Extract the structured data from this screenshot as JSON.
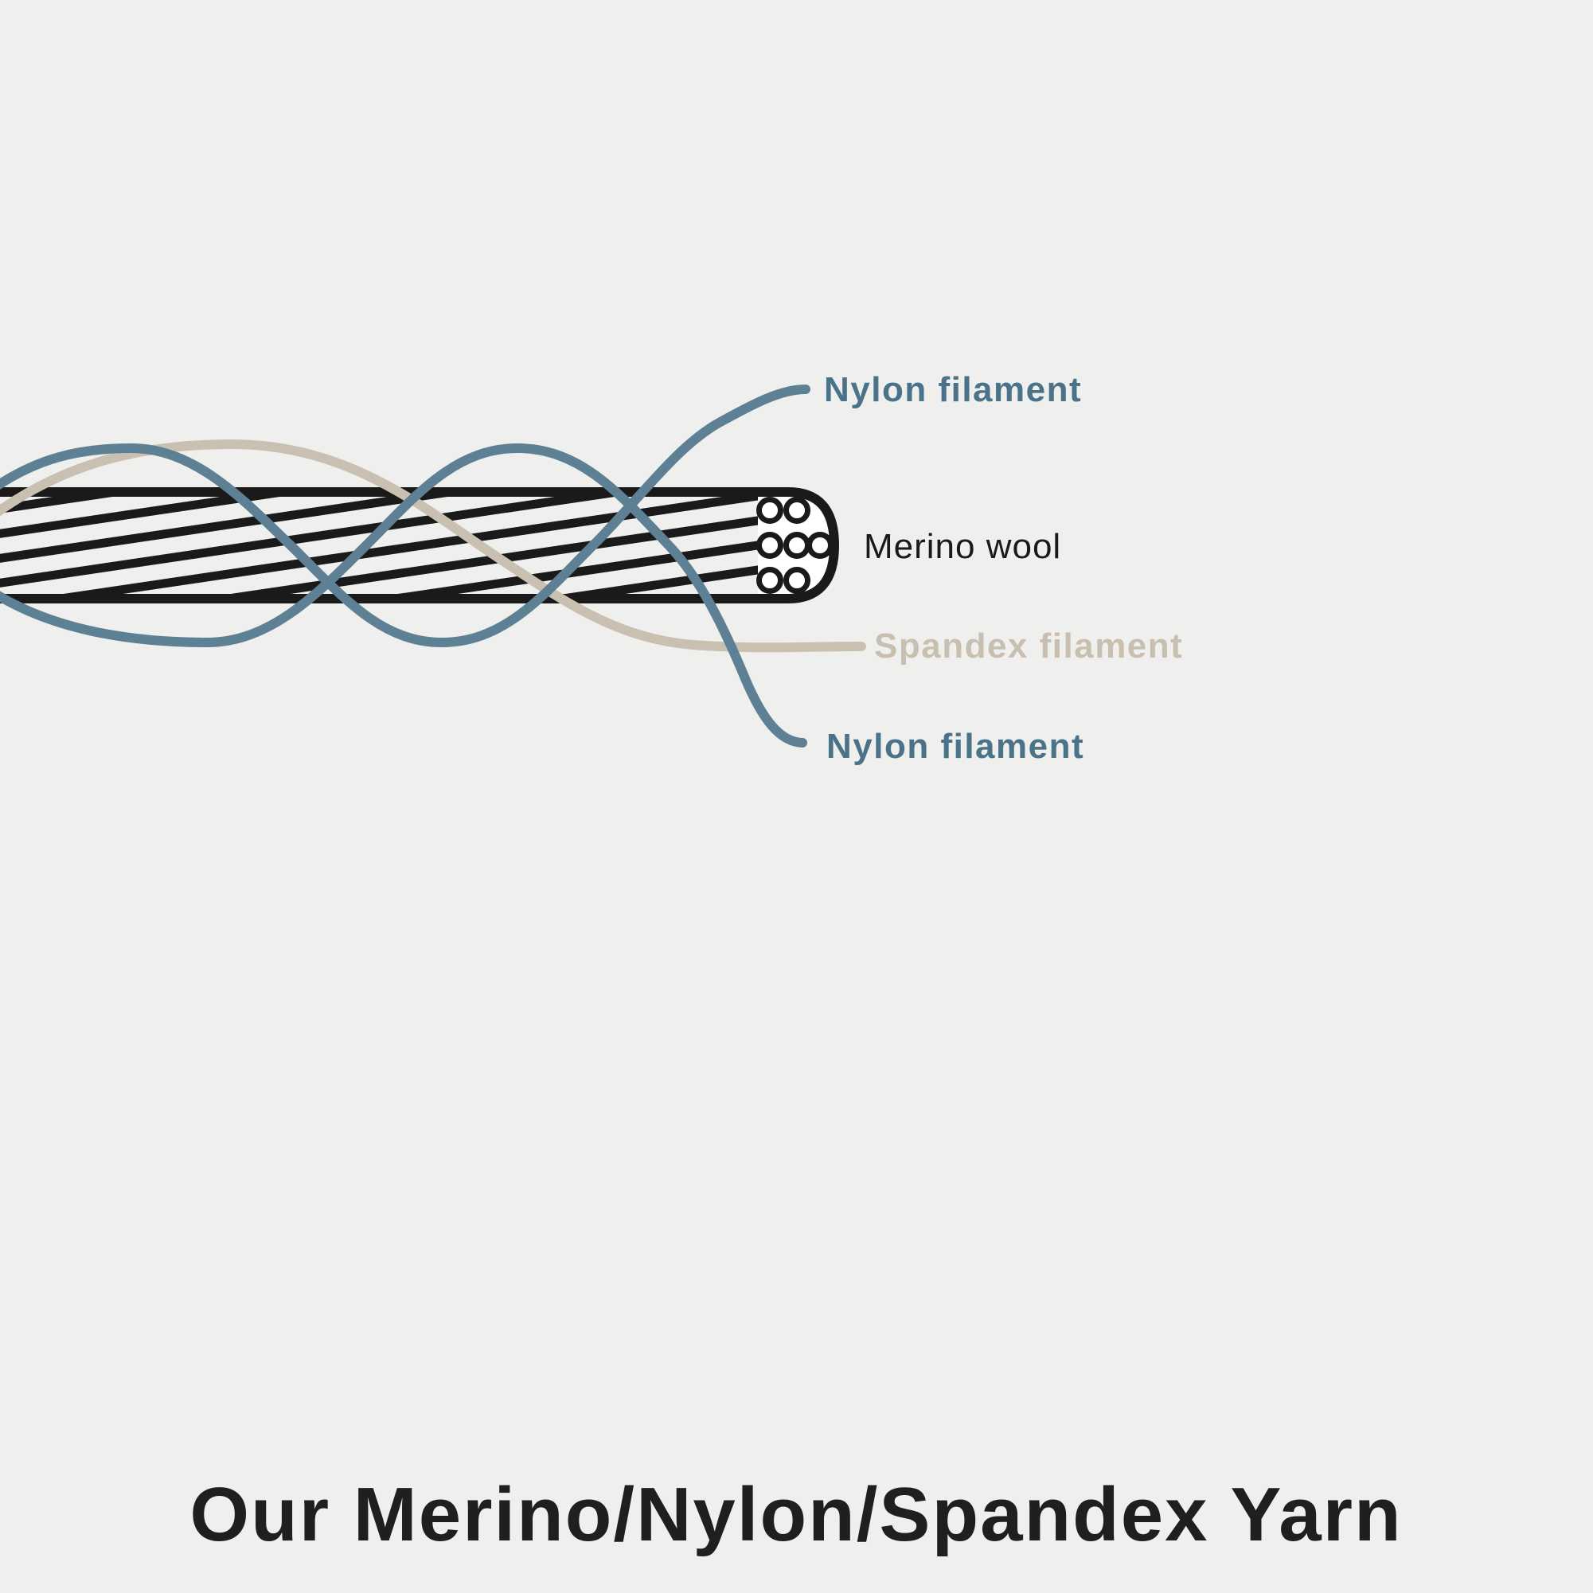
{
  "diagram": {
    "title": "Our Merino/Nylon/Spandex Yarn",
    "labels": {
      "nylon_top": "Nylon filament",
      "merino": "Merino wool",
      "spandex": "Spandex filament",
      "nylon_bottom": "Nylon filament"
    },
    "colors": {
      "background": "#efefed",
      "nylon": "#5d8094",
      "nylon_text": "#4a7289",
      "spandex": "#c9c0b2",
      "spandex_text": "#c8bfb0",
      "yarn": "#1a1a1a",
      "fiber_fill": "#ffffff",
      "title_text": "#1f1f1f"
    }
  }
}
